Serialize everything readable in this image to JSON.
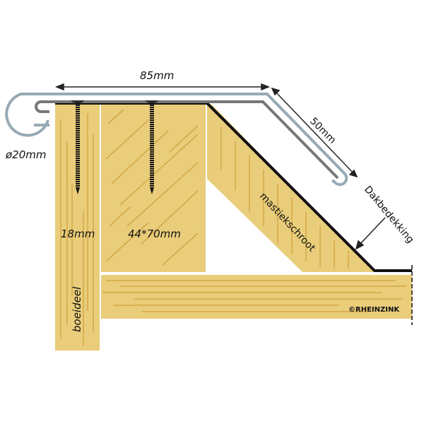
{
  "labels": {
    "width_dim": "85mm",
    "slope_dim": "50mm",
    "roll_dim": "ø20mm",
    "board_thickness": "18mm",
    "block_size": "44*70mm",
    "fascia": "boeideel",
    "wedge": "mastiekschroot",
    "roofing": "Dakbedekking",
    "copyright": "©RHEINZINK"
  },
  "colors": {
    "wood": "#e9cd7a",
    "grain": "#c9952c",
    "zinc_outer": "#97a9b4",
    "zinc_inner": "#777777",
    "roofing": "#111111"
  }
}
